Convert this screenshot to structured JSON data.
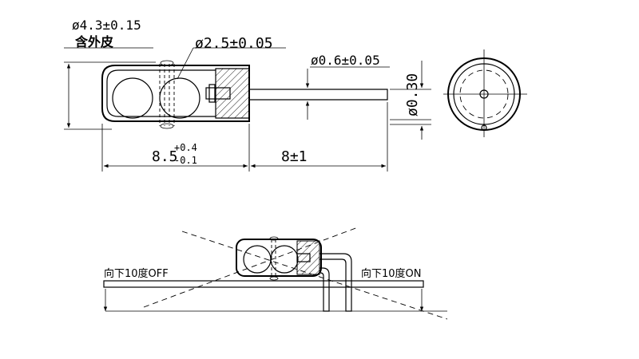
{
  "labels": {
    "outer_diameter": "ø4.3±0.15",
    "includes_sleeve": "含外皮",
    "ball_diameter": "ø2.5±0.05",
    "pin_diameter": "ø0.6±0.05",
    "pin_spacing": "ø0.30",
    "body_length_base": "8.5",
    "body_length_tol_upper": "+0.4",
    "body_length_tol_lower": "-0.1",
    "lead_length": "8±1",
    "tilt_off": "向下10度OFF",
    "tilt_on": "向下10度ON"
  }
}
